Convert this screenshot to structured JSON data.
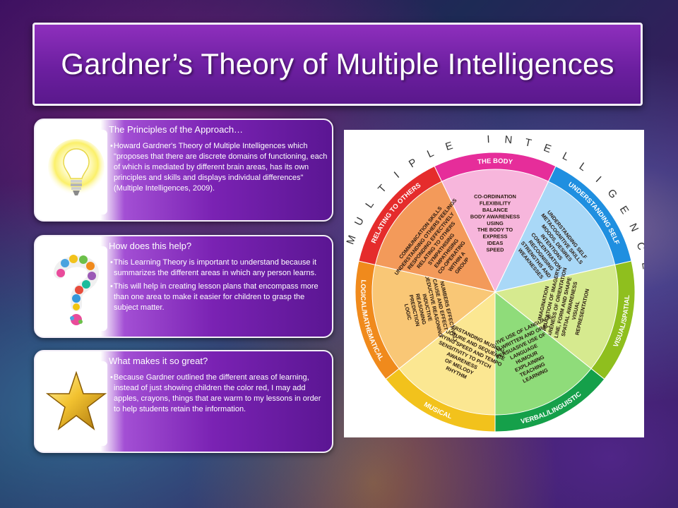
{
  "slide": {
    "title": "Gardner’s Theory of Multiple Intelligences"
  },
  "cards": [
    {
      "heading": "The Principles of the Approach…",
      "icon": "light-bulb-icon",
      "bullets": [
        "Howard Gardner's Theory of Multiple Intelligences which \"proposes that there are discrete domains of functioning, each of which is mediated by different brain areas, has its own principles and skills and displays individual differences\" (Multiple Intelligences, 2009)."
      ]
    },
    {
      "heading": "How does this help?",
      "icon": "question-mark-icon",
      "bullets": [
        "This Learning Theory is important to understand because it summarizes the different areas in which any person learns.",
        "This will help in creating lesson plans that encompass more than one area to make it easier for children to grasp the subject matter."
      ]
    },
    {
      "heading": "What makes it so great?",
      "icon": "gold-star-icon",
      "bullets": [
        "Because Gardner outlined the different areas of learning, instead of just showing children the color red, I may add apples, crayons, things that are warm to my lessons in order to help students retain the information."
      ]
    }
  ],
  "wheel": {
    "ring_title": "MULTIPLE INTELLIGENCE",
    "segments": [
      {
        "name": "THE BODY",
        "color": "#e62d9a",
        "inner": "#f7b6dc",
        "items": [
          "CO-ORDINATION",
          "FLEXIBILITY",
          "BALANCE",
          "BODY AWARENESS",
          "USING",
          "THE BODY TO",
          "EXPRESS",
          "IDEAS",
          "SPEED"
        ]
      },
      {
        "name": "UNDERSTANDING SELF",
        "color": "#1f8fe0",
        "inner": "#a9d8f7",
        "items": [
          "UNDERSTANDING SELF",
          "METACOGNITIVE SKILLS",
          "MOODS, DESIRES",
          "INTENTIONS",
          "CONCENTRATION",
          "RECOGNISING",
          "STRENGTHS AND",
          "WEAKNESSES"
        ]
      },
      {
        "name": "VISUAL/SPATIAL",
        "color": "#8fbf1e",
        "inner": "#d6ea8f",
        "items": [
          "IMAGINATION",
          "MANIPULATION OF IMAGERY",
          "AWARENESS OF ORIENTATION",
          "LINE, FORM AND SHAPE",
          "SPATIAL AWARENESS",
          "VISUAL",
          "REPRESENTATION"
        ]
      },
      {
        "name": "VERBAL/LINGUISTIC",
        "color": "#15a04a",
        "inner": "#8fdc7a",
        "items": [
          "EFFECTIVE USE OF LANGUAGE",
          "BOTH WRITTEN AND ORAL",
          "PERSUASIVE USE OF",
          "LANGUAGE",
          "HUMOUR",
          "EXPLAINING",
          "TEACHING",
          "LEARNING"
        ]
      },
      {
        "name": "MUSICAL",
        "color": "#f2c21c",
        "inner": "#fbe792",
        "items": [
          "UNDERSTANDING MUSICAL",
          "STRUCTURE AND SEQUENCE",
          "VARYING SPEED AND TEMPO",
          "SENSITIVITY TO PITCH",
          "AWARENESS",
          "OF MELODY",
          "RHYTHM"
        ]
      },
      {
        "name": "LOGICAL/MATHEMATICAL",
        "color": "#f08a1c",
        "inner": "#f9c776",
        "items": [
          "USING NUMBERS EFFECTIVELY",
          "CAUSE AND EFFECT",
          "DEDUCTIVE REASONING",
          "INDUCTIVE",
          "REASONING",
          "PREDICTION",
          "LOGIC"
        ]
      },
      {
        "name": "RELATING TO OTHERS",
        "color": "#e52c2c",
        "inner": "#f39a5a",
        "items": [
          "COMMUNICATION SKILLS",
          "UNDERSTANDING OTHERS FEELINGS",
          "RESPONDING EFFECTIVELY",
          "RELATING TO OTHERS",
          "SYMPATHISING",
          "EMPATHISING",
          "CO-OPERATING",
          "WITHIN A",
          "GROUP"
        ]
      }
    ]
  }
}
